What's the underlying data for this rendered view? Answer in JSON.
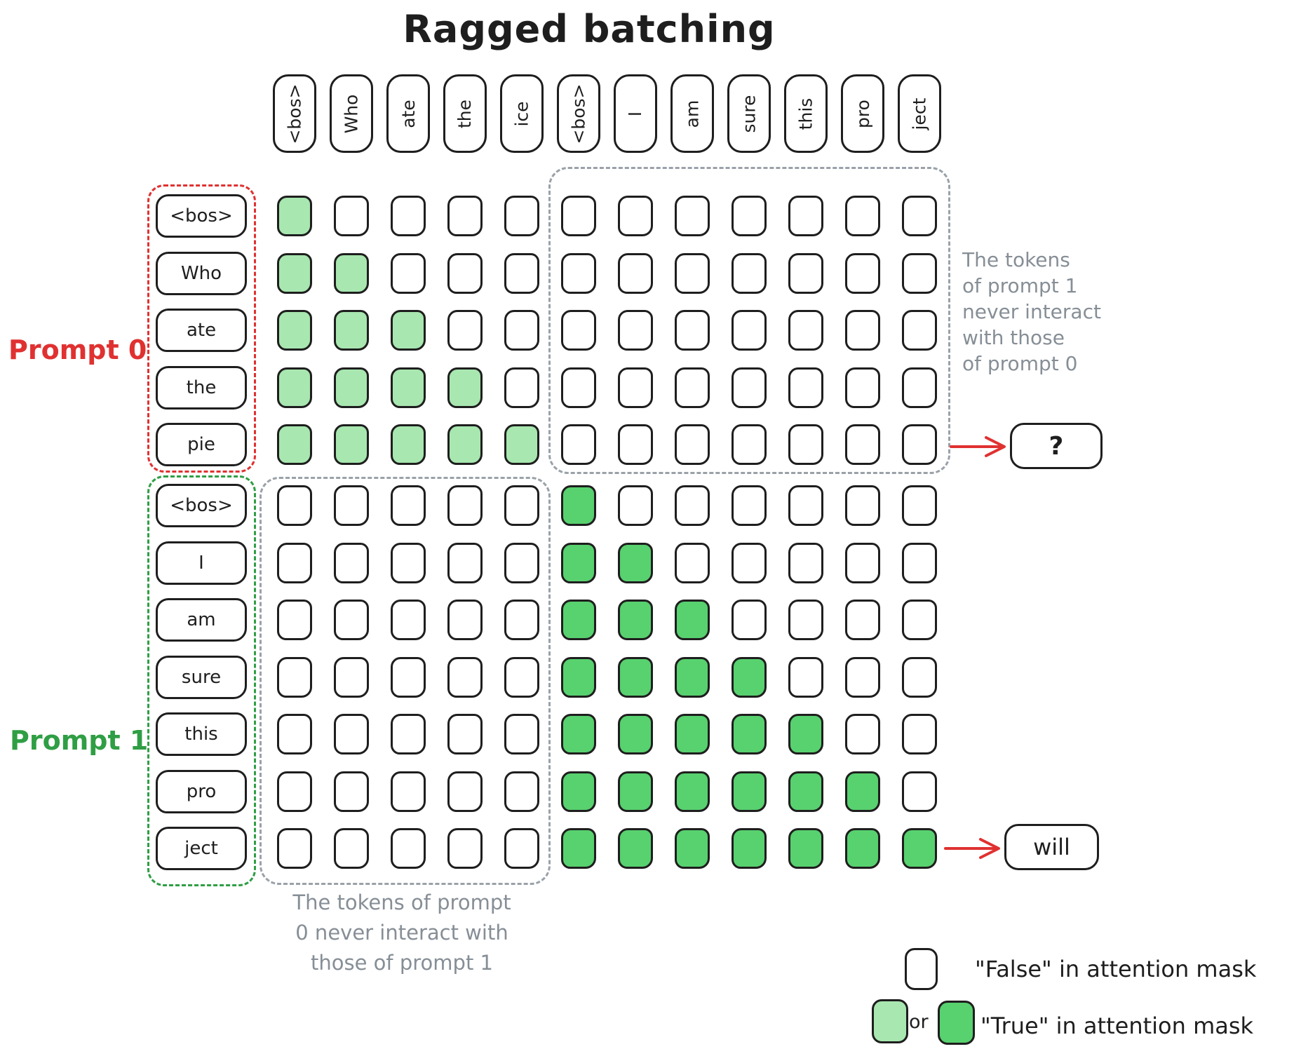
{
  "title": "Ragged batching",
  "grid": {
    "column_tokens": [
      "<bos>",
      "Who",
      "ate",
      "the",
      "ice",
      "<bos>",
      "I",
      "am",
      "sure",
      "this",
      "pro",
      "ject"
    ],
    "row_tokens": [
      "<bos>",
      "Who",
      "ate",
      "the",
      "pie",
      "<bos>",
      "I",
      "am",
      "sure",
      "this",
      "pro",
      "ject"
    ],
    "row_prompt": [
      0,
      0,
      0,
      0,
      0,
      1,
      1,
      1,
      1,
      1,
      1,
      1
    ],
    "true_columns_by_row": [
      [
        0
      ],
      [
        0,
        1
      ],
      [
        0,
        1,
        2
      ],
      [
        0,
        1,
        2,
        3
      ],
      [
        0,
        1,
        2,
        3,
        4
      ],
      [
        5
      ],
      [
        5,
        6
      ],
      [
        5,
        6,
        7
      ],
      [
        5,
        6,
        7,
        8
      ],
      [
        5,
        6,
        7,
        8,
        9
      ],
      [
        5,
        6,
        7,
        8,
        9,
        10
      ],
      [
        5,
        6,
        7,
        8,
        9,
        10,
        11
      ]
    ]
  },
  "prompts": {
    "prompt0": {
      "label": "Prompt 0",
      "output": "?"
    },
    "prompt1": {
      "label": "Prompt 1",
      "output": "will"
    }
  },
  "annotations": {
    "top_right_lines": [
      "The tokens",
      "of prompt 1",
      "never interact",
      "with those",
      "of prompt 0"
    ],
    "bottom_left_lines": [
      "The tokens of prompt",
      "0 never interact with",
      "those of prompt 1"
    ]
  },
  "legend": {
    "false_label": "\"False\" in attention mask",
    "true_label": "\"True\" in attention mask",
    "or_label": "or"
  },
  "colors": {
    "prompt0_fill": "#a8e7b0",
    "prompt1_fill": "#58d16f",
    "prompt0_accent": "#e03131",
    "prompt1_accent": "#2f9e44",
    "annotation_gray": "#868e96",
    "divider_gray": "#9aa1a8",
    "ink": "#1e1e1e"
  }
}
